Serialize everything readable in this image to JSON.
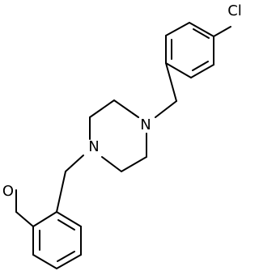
{
  "structure": {
    "atoms": {
      "chlorine": "Cl",
      "piperazine_top_nitrogen": "N",
      "piperazine_bottom_nitrogen": "N",
      "methoxy_oxygen": "O"
    },
    "colors": {
      "background": "#ffffff",
      "line": "#000000",
      "text": "#000000"
    }
  }
}
